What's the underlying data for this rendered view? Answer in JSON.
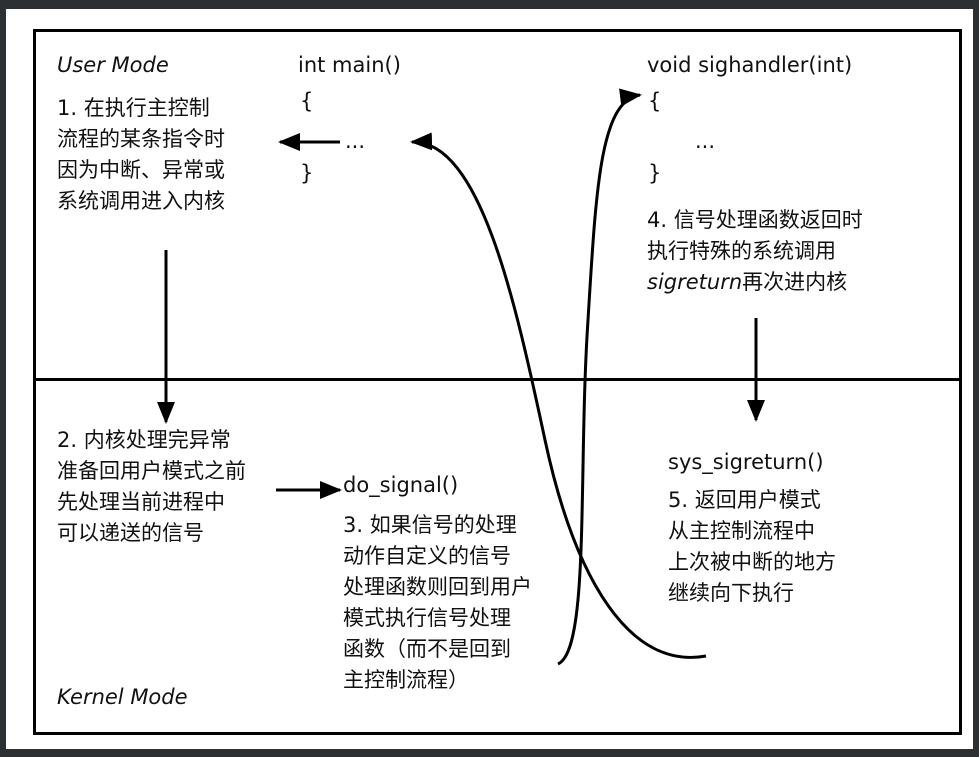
{
  "modes": {
    "user": "User Mode",
    "kernel": "Kernel Mode"
  },
  "main_func": {
    "signature": "int main()",
    "open": "{",
    "body": "...",
    "close": "}"
  },
  "handler_func": {
    "signature": "void sighandler(int)",
    "open": "{",
    "body": "...",
    "close": "}"
  },
  "do_signal": "do_signal()",
  "sys_sigreturn": "sys_sigreturn()",
  "steps": {
    "s1": [
      "1. 在执行主控制",
      "流程的某条指令时",
      "因为中断、异常或",
      "系统调用进入内核"
    ],
    "s2": [
      "2. 内核处理完异常",
      "准备回用户模式之前",
      "先处理当前进程中",
      "可以递送的信号"
    ],
    "s3": [
      "3. 如果信号的处理",
      "动作自定义的信号",
      "处理函数则回到用户",
      "模式执行信号处理",
      "函数（而不是回到",
      "主控制流程）"
    ],
    "s4": [
      "4. 信号处理函数返回时",
      "执行特殊的系统调用"
    ],
    "s4_sigreturn": "sigreturn",
    "s4_tail": "再次进内核",
    "s5": [
      "5. 返回用户模式",
      "从主控制流程中",
      "上次被中断的地方",
      "继续向下执行"
    ]
  }
}
